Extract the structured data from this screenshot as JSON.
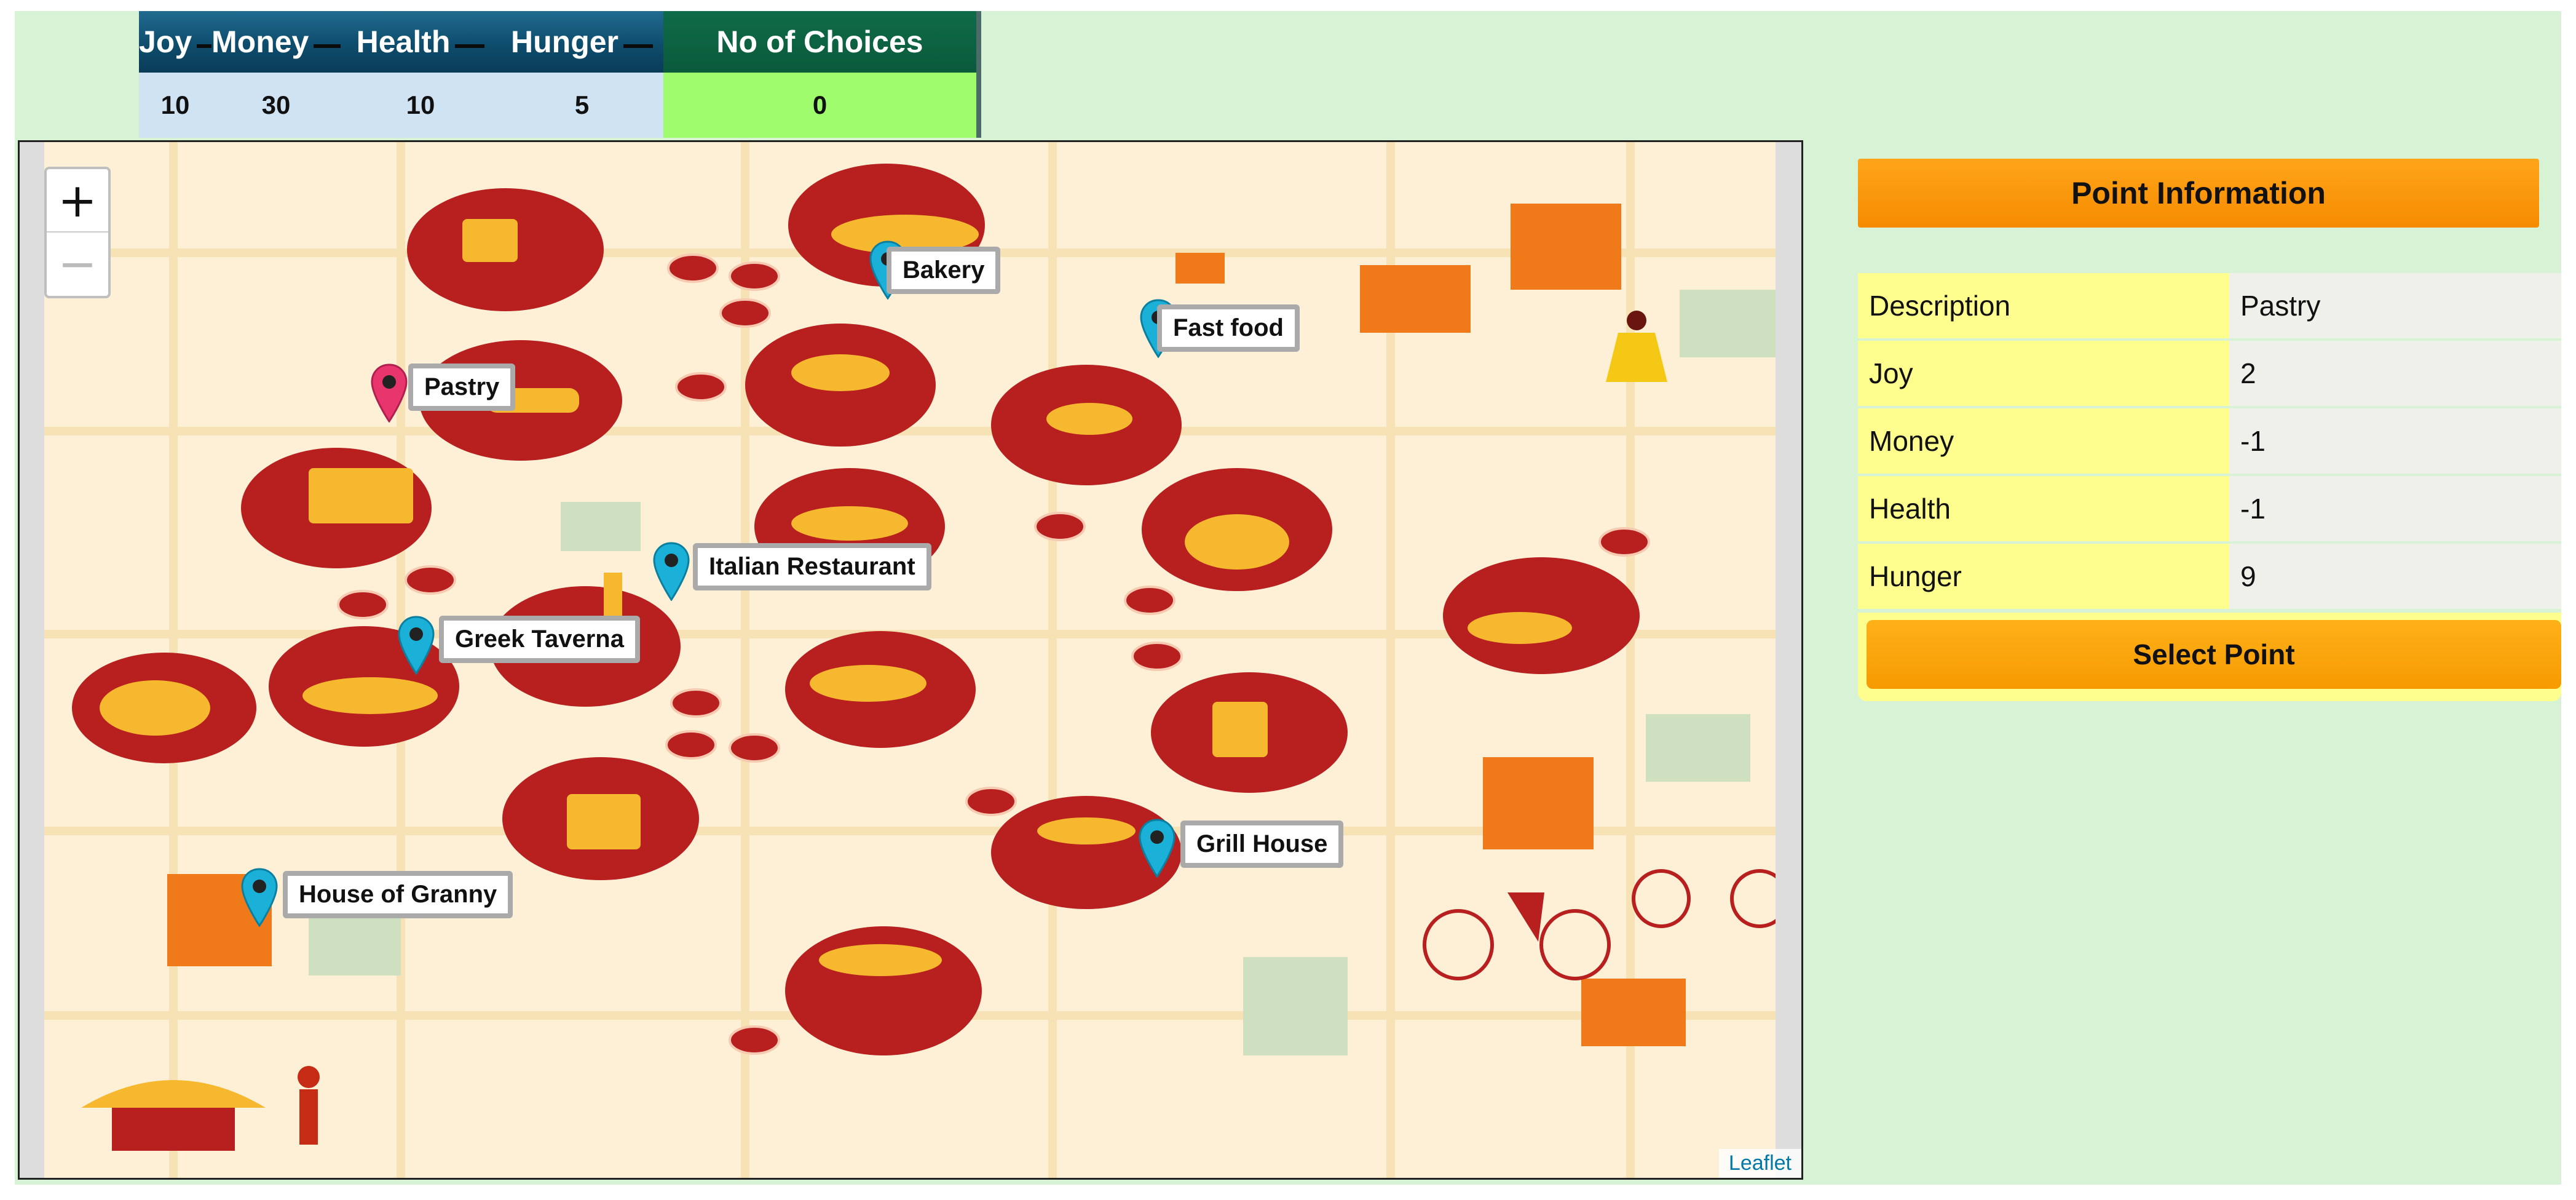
{
  "stats": {
    "headers": [
      "Joy",
      "Money",
      "Health",
      "Hunger",
      "No of Choices"
    ],
    "values": [
      "10",
      "30",
      "10",
      "5",
      "0"
    ]
  },
  "map": {
    "zoom_in": "+",
    "zoom_out": "−",
    "attribution": "Leaflet",
    "markers": [
      {
        "label": "Bakery",
        "color": "#1ab0d8"
      },
      {
        "label": "Fast food",
        "color": "#1ab0d8"
      },
      {
        "label": "Pastry",
        "color": "#e8356e"
      },
      {
        "label": "Italian Restaurant",
        "color": "#1ab0d8"
      },
      {
        "label": "Greek Taverna",
        "color": "#1ab0d8"
      },
      {
        "label": "Grill House",
        "color": "#1ab0d8"
      },
      {
        "label": "House of Granny",
        "color": "#1ab0d8"
      }
    ]
  },
  "info": {
    "title": "Point Information",
    "rows": [
      {
        "key": "Description",
        "value": "Pastry"
      },
      {
        "key": "Joy",
        "value": "2"
      },
      {
        "key": "Money",
        "value": "-1"
      },
      {
        "key": "Health",
        "value": "-1"
      },
      {
        "key": "Hunger",
        "value": "9"
      }
    ],
    "select_label": "Select Point"
  },
  "colors": {
    "accent_orange": "#f68b00",
    "map_red": "#b01c1c",
    "map_yellow": "#f5b82e",
    "page_bg": "#d8f2d6"
  }
}
